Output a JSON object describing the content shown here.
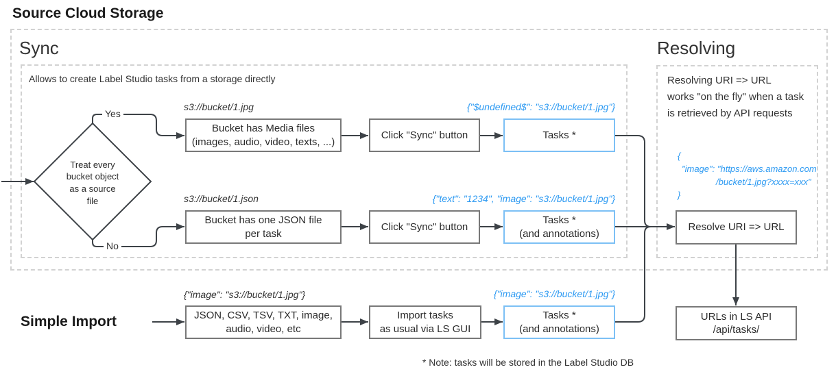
{
  "title": "Source Cloud Storage",
  "note": "* Note: tasks will be stored in the Label Studio DB",
  "sync": {
    "heading": "Sync",
    "description": "Allows to create Label Studio tasks from a storage directly",
    "diamond_text": "Treat every\nbucket object\nas a source\nfile",
    "yes_label": "Yes",
    "no_label": "No",
    "row1": {
      "uri": "s3://bucket/1.jpg",
      "step1": "Bucket has Media files\n(images, audio, video, texts, ...)",
      "step2": "Click \"Sync\" button",
      "json": "{\"$undefined$\": \"s3://bucket/1.jpg\"}",
      "result": "Tasks *"
    },
    "row2": {
      "uri": "s3://bucket/1.json",
      "step1": "Bucket has one JSON file\nper task",
      "step2": "Click \"Sync\" button",
      "json": "{\"text\": \"1234\", \"image\": \"s3://bucket/1.jpg\"}",
      "result": "Tasks *\n(and annotations)"
    }
  },
  "simple_import": {
    "heading": "Simple Import",
    "uri": "{\"image\": \"s3://bucket/1.jpg\"}",
    "step1": "JSON, CSV, TSV, TXT, image,\naudio, video, etc",
    "step2": "Import tasks\nas usual via LS GUI",
    "json": "{\"image\": \"s3://bucket/1.jpg\"}",
    "result": "Tasks *\n(and annotations)"
  },
  "resolving": {
    "heading": "Resolving",
    "description": "Resolving URI => URL\nworks \"on the fly\" when a task\nis retrieved by API requests",
    "code_line1": "{",
    "code_line2": "\"image\": \"https://aws.amazon.com",
    "code_line3": "/bucket/1.jpg?xxxx=xxx\"",
    "code_line4": "}",
    "resolve_box": "Resolve URI => URL",
    "urls_box": "URLs in LS API\n/api/tasks/"
  },
  "colors": {
    "accent_blue": "#2d9af2",
    "blue_box_border": "#7cc0f5",
    "gray_box_border": "#787878",
    "flow_line": "#3d4247",
    "dashed_border": "#d2d2d2"
  }
}
